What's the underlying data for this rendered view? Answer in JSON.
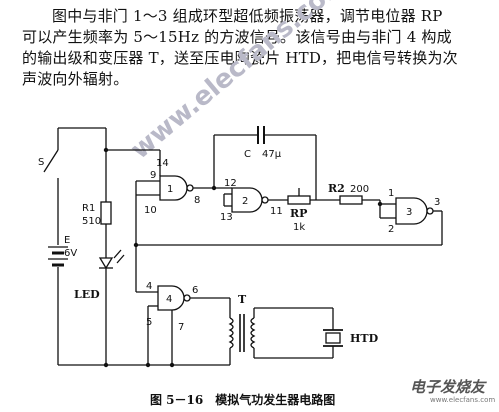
{
  "paragraph": {
    "line1": "图中与非门 1～3 组成环型超低频振荡器，调节电位器 RP",
    "line2": "可以产生频率为 5～15Hz 的方波信号。该信号由与非门 4 构成",
    "line3": "的输出级和变压器 T，送至压电陶瓷片 HTD，把电信号转换为次",
    "line4": "声波向外辐射。"
  },
  "watermark": "www.elecfans.com",
  "circuit": {
    "switch": "S",
    "resistor_r1": "R1",
    "resistor_r1_value": "510",
    "battery": "E",
    "battery_value": "6V",
    "led": "LED",
    "capacitor": "C",
    "capacitor_value": "47μ",
    "potentiometer": "RP",
    "potentiometer_value": "1k",
    "resistor_r2": "R2",
    "resistor_r2_value": "200",
    "transformer": "T",
    "piezo": "HTD",
    "pins": {
      "g1_in_a": "9",
      "g1_in_b": "10",
      "g1_vcc": "14",
      "g1_out": "8",
      "g2_in_a": "12",
      "g2_in_b": "13",
      "g2_out": "11",
      "g3_in_a": "1",
      "g3_in_b": "2",
      "g3_out": "3",
      "g4_in_a": "4",
      "g4_in_b": "5",
      "g4_out": "6",
      "g4_gnd": "7"
    },
    "gates": {
      "g1": "1",
      "g2": "2",
      "g3": "3",
      "g4": "4"
    }
  },
  "caption": "图 5－16　模拟气功发生器电路图",
  "logo": "电子发烧友",
  "logo_url": "www.elecfans.com",
  "colors": {
    "ink": "#111111",
    "watermark": "#b9b9c8"
  }
}
